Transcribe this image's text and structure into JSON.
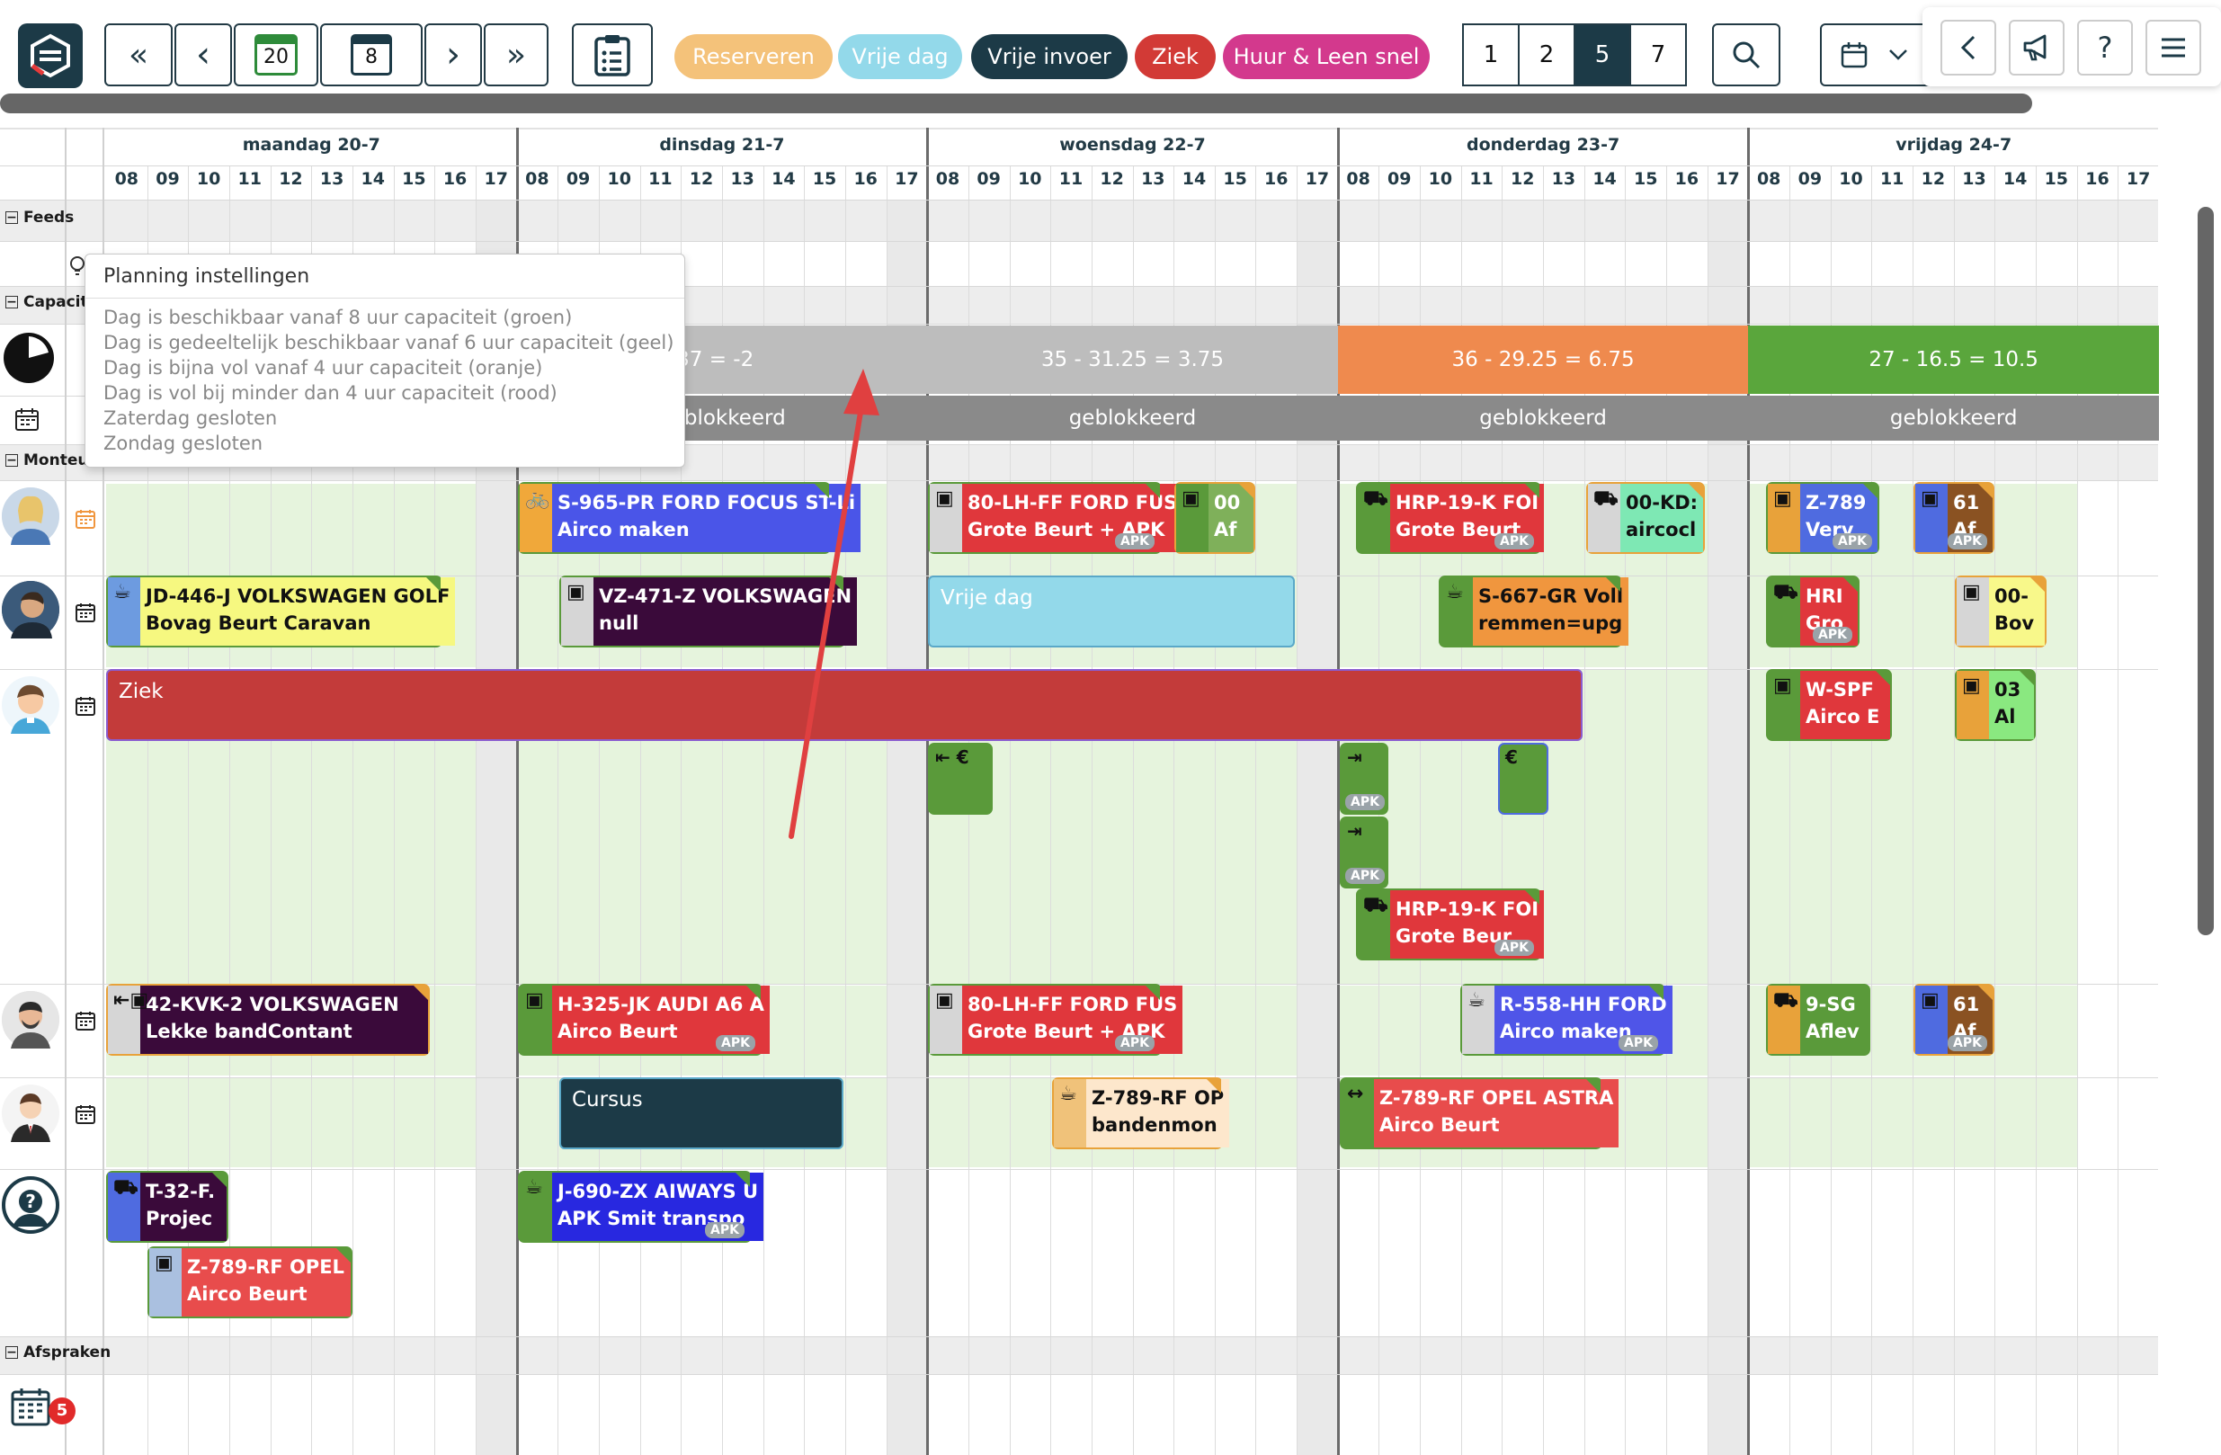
{
  "toolbar": {
    "logo": "app-logo",
    "nav_first": "«",
    "nav_prev": "‹",
    "today_day": "20",
    "week_num": "8",
    "nav_next": "›",
    "nav_last": "»",
    "filter_buttons": [
      {
        "label": "Reserveren",
        "bg": "#f4c27a",
        "fg": "#ffffff"
      },
      {
        "label": "Vrije dag",
        "bg": "#93d9ea",
        "fg": "#ffffff"
      },
      {
        "label": "Vrije invoer",
        "bg": "#1c3a47",
        "fg": "#ffffff"
      },
      {
        "label": "Ziek",
        "bg": "#d23a36",
        "fg": "#ffffff"
      },
      {
        "label": "Huur & Leen snel",
        "bg": "#d3398d",
        "fg": "#ffffff"
      }
    ],
    "day_counts": [
      "1",
      "2",
      "5",
      "7"
    ],
    "day_count_selected": "5"
  },
  "calendar": {
    "days": [
      "maandag 20-7",
      "dinsdag 21-7",
      "woensdag 22-7",
      "donderdag 23-7",
      "vrijdag 24-7"
    ],
    "hours": [
      "08",
      "09",
      "10",
      "11",
      "12",
      "13",
      "14",
      "15",
      "16",
      "17"
    ],
    "sections": {
      "feeds": "Feeds",
      "capacity": "Capacite",
      "mechanics": "Monteur",
      "appointments": "Afspraken"
    },
    "capacity": [
      {
        "text": "5 - 37 = -2",
        "color": "#bdbdbd"
      },
      {
        "text": "35 - 31.25 = 3.75",
        "color": "#bdbdbd"
      },
      {
        "text": "36 - 29.25 = 6.75",
        "color": "#ef8a4e"
      },
      {
        "text": "27 - 16.5 = 10.5",
        "color": "#5aa63c"
      }
    ],
    "blocked_label": "geblokkeerd",
    "appointments_badge": "5"
  },
  "tooltip": {
    "title": "Planning instellingen",
    "lines": [
      "Dag is beschikbaar vanaf 8 uur capaciteit (groen)",
      "Dag is gedeeltelijk beschikbaar vanaf 6 uur capaciteit (geel)",
      "Dag is bijna vol vanaf 4 uur capaciteit (oranje)",
      "Dag is vol bij minder dan 4 uur capaciteit (rood)",
      "Zaterdag gesloten",
      "Zondag gesloten"
    ]
  },
  "cards": [
    {
      "line1": "S-965-PR FORD FOCUS ST-Li",
      "line2": "Airco maken"
    },
    {
      "line1": "80-LH-FF FORD FUS",
      "line2": "Grote Beurt + APK",
      "apk": "APK"
    },
    {
      "line1": "00",
      "line2": "Af"
    },
    {
      "line1": "HRP-19-K FOI",
      "line2": "Grote Beurt",
      "apk": "APK"
    },
    {
      "line1": "00-KD:",
      "line2": "aircocl"
    },
    {
      "line1": "Z-789",
      "line2": "Verv",
      "apk": "APK"
    },
    {
      "line1": "61",
      "line2": "Af",
      "apk": "APK"
    },
    {
      "line1": "JD-446-J VOLKSWAGEN GOLF",
      "line2": "Bovag Beurt Caravan"
    },
    {
      "line1": "VZ-471-Z VOLKSWAGEN",
      "line2": "null"
    },
    {
      "line1": "S-667-GR Voll",
      "line2": "remmen=upg"
    },
    {
      "line1": "HRI",
      "line2": "Gro",
      "apk": "APK"
    },
    {
      "line1": "00-",
      "line2": "Bov"
    },
    {
      "line1": "W-SPF",
      "line2": "Airco E"
    },
    {
      "line1": "03",
      "line2": "Al"
    },
    {
      "line1": "HRP-19-K FOI",
      "line2": "Grote Beur",
      "apk": "APK"
    },
    {
      "line1": "42-KVK-2 VOLKSWAGEN",
      "line2": "Lekke bandContant"
    },
    {
      "line1": "H-325-JK AUDI A6 A",
      "line2": "Airco Beurt",
      "apk": "APK"
    },
    {
      "line1": "80-LH-FF FORD FUS",
      "line2": "Grote Beurt + APK",
      "apk": "APK"
    },
    {
      "line1": "R-558-HH FORD",
      "line2": "Airco maken",
      "apk": "APK"
    },
    {
      "line1": "9-SG",
      "line2": "Aflev"
    },
    {
      "line1": "61",
      "line2": "Af",
      "apk": "APK"
    },
    {
      "line1": "Z-789-RF OP",
      "line2": "bandenmon"
    },
    {
      "line1": "Z-789-RF OPEL ASTRA",
      "line2": "Airco Beurt"
    },
    {
      "line1": "T-32-F.",
      "line2": "Projec"
    },
    {
      "line1": "J-690-ZX AIWAYS U",
      "line2": "APK Smit transpo",
      "apk": "APK"
    },
    {
      "line1": "Z-789-RF OPEL",
      "line2": "Airco Beurt"
    }
  ],
  "small_cards": [
    {
      "apk": "APK"
    },
    {
      "apk": "APK"
    }
  ],
  "blocks": {
    "vrije_dag": "Vrije dag",
    "ziek": "Ziek",
    "cursus": "Cursus"
  }
}
